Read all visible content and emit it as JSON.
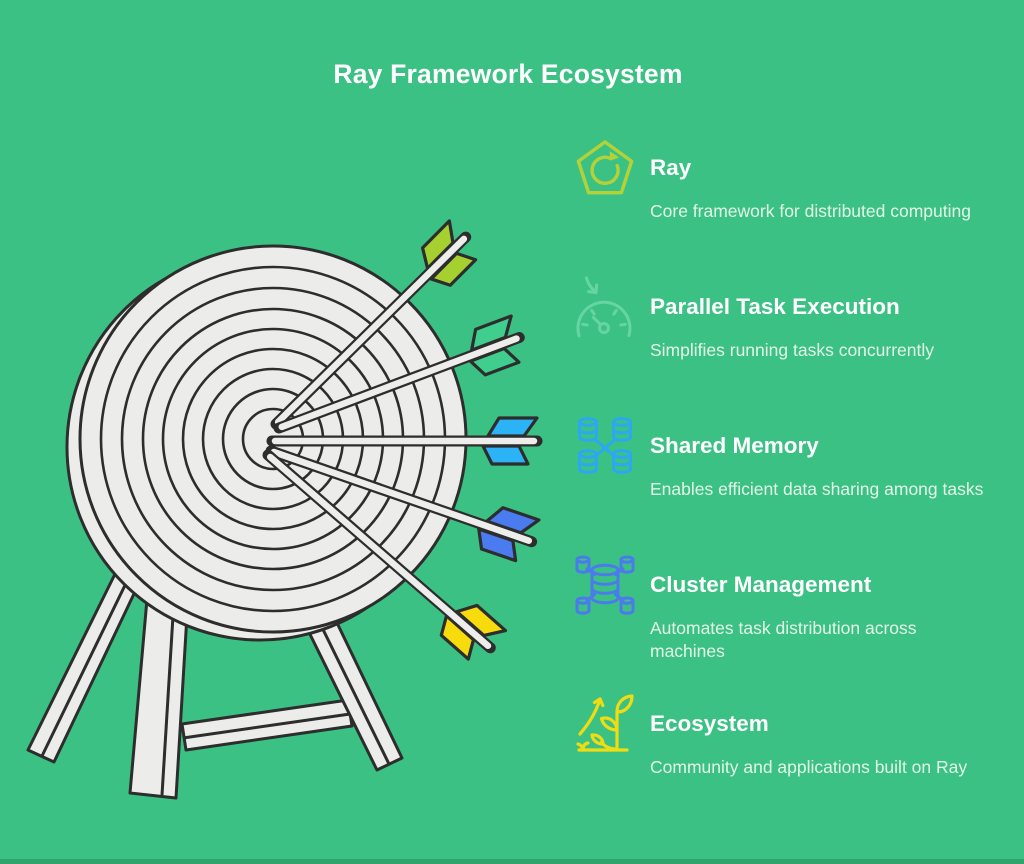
{
  "title": "Ray Framework Ecosystem",
  "colors": {
    "background": "#3CC184",
    "footer_strip": "#2FA46D",
    "heading_text": "#FFFFFF",
    "description_text": "#E2F5E9",
    "outline": "#2D2D2D",
    "board_fill": "#ECECEA"
  },
  "items": [
    {
      "name": "Ray",
      "desc": "Core framework for distributed computing",
      "icon": "pentagon-refresh-icon",
      "color": "#B4D238"
    },
    {
      "name": "Parallel Task Execution",
      "desc": "Simplifies running tasks concurrently",
      "icon": "gauge-icon",
      "color": "#66D5A1"
    },
    {
      "name": "Shared Memory",
      "desc": "Enables efficient data sharing among tasks",
      "icon": "database-network-icon",
      "color": "#2BA7F3"
    },
    {
      "name": "Cluster Management",
      "desc": "Automates task distribution across machines",
      "icon": "database-cluster-icon",
      "color": "#4B7AEC"
    },
    {
      "name": "Ecosystem",
      "desc": "Community and applications built on Ray",
      "icon": "plant-growth-icon",
      "color": "#EFDC12"
    }
  ],
  "illustration": {
    "name": "dartboard-with-arrows",
    "arrow_count": 5,
    "arrow_colors": [
      "#A6D02F",
      "#3FCE8D",
      "#2BB3F6",
      "#4A7CF0",
      "#F7DB0C"
    ]
  }
}
